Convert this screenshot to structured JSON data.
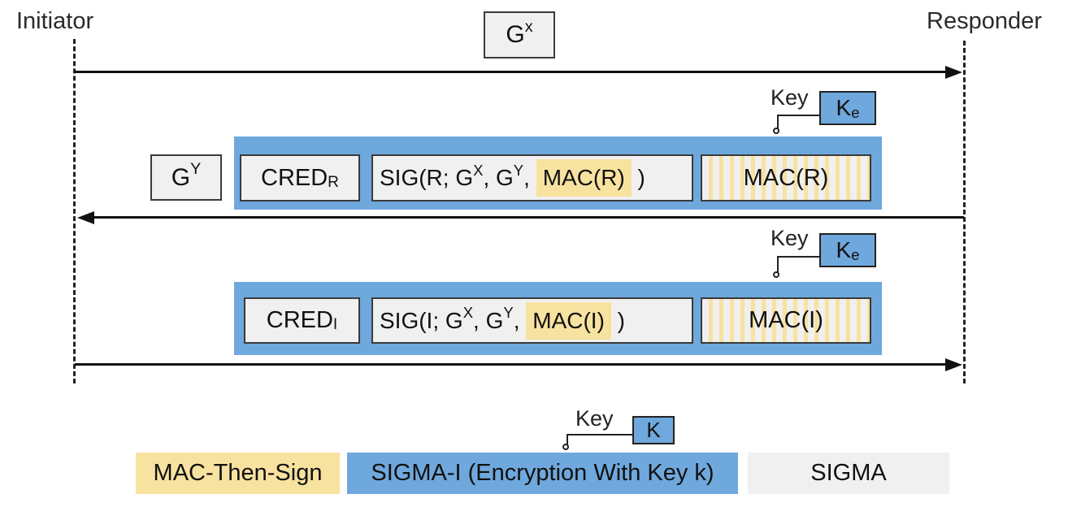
{
  "colors": {
    "blue": "#6fa8dc",
    "yellow": "#f8e2a0",
    "box-fill": "#f0f0f0",
    "border": "#3a3a3a"
  },
  "actors": {
    "initiator": "Initiator",
    "responder": "Responder"
  },
  "message1": {
    "dh_box": {
      "base": "G",
      "sup": "x"
    }
  },
  "message2": {
    "dh_box": {
      "base": "G",
      "sup": "Y"
    },
    "cred_box": {
      "base": "CRED",
      "sub": "R"
    },
    "sig_box": {
      "p1": "SIG(R; G",
      "s1": "X",
      "p2": ", G",
      "s2": "Y",
      "p3": ", ",
      "mac": "MAC(R)",
      "p4": " )"
    },
    "mac_box": "MAC(R)",
    "key": {
      "label": "Key",
      "base": "K",
      "sub": "e"
    }
  },
  "message3": {
    "cred_box": {
      "base": "CRED",
      "sub": "I"
    },
    "sig_box": {
      "p1": "SIG(I; G",
      "s1": "X",
      "p2": ", G",
      "s2": "Y",
      "p3": ", ",
      "mac": "MAC(I)",
      "p4": " )"
    },
    "mac_box": "MAC(I)",
    "key": {
      "label": "Key",
      "base": "K",
      "sub": "e"
    }
  },
  "legend": {
    "mac_then_sign": "MAC-Then-Sign",
    "sigma_i": "SIGMA-I (Encryption With Key k)",
    "sigma": "SIGMA",
    "key": {
      "label": "Key",
      "base": "K"
    }
  }
}
